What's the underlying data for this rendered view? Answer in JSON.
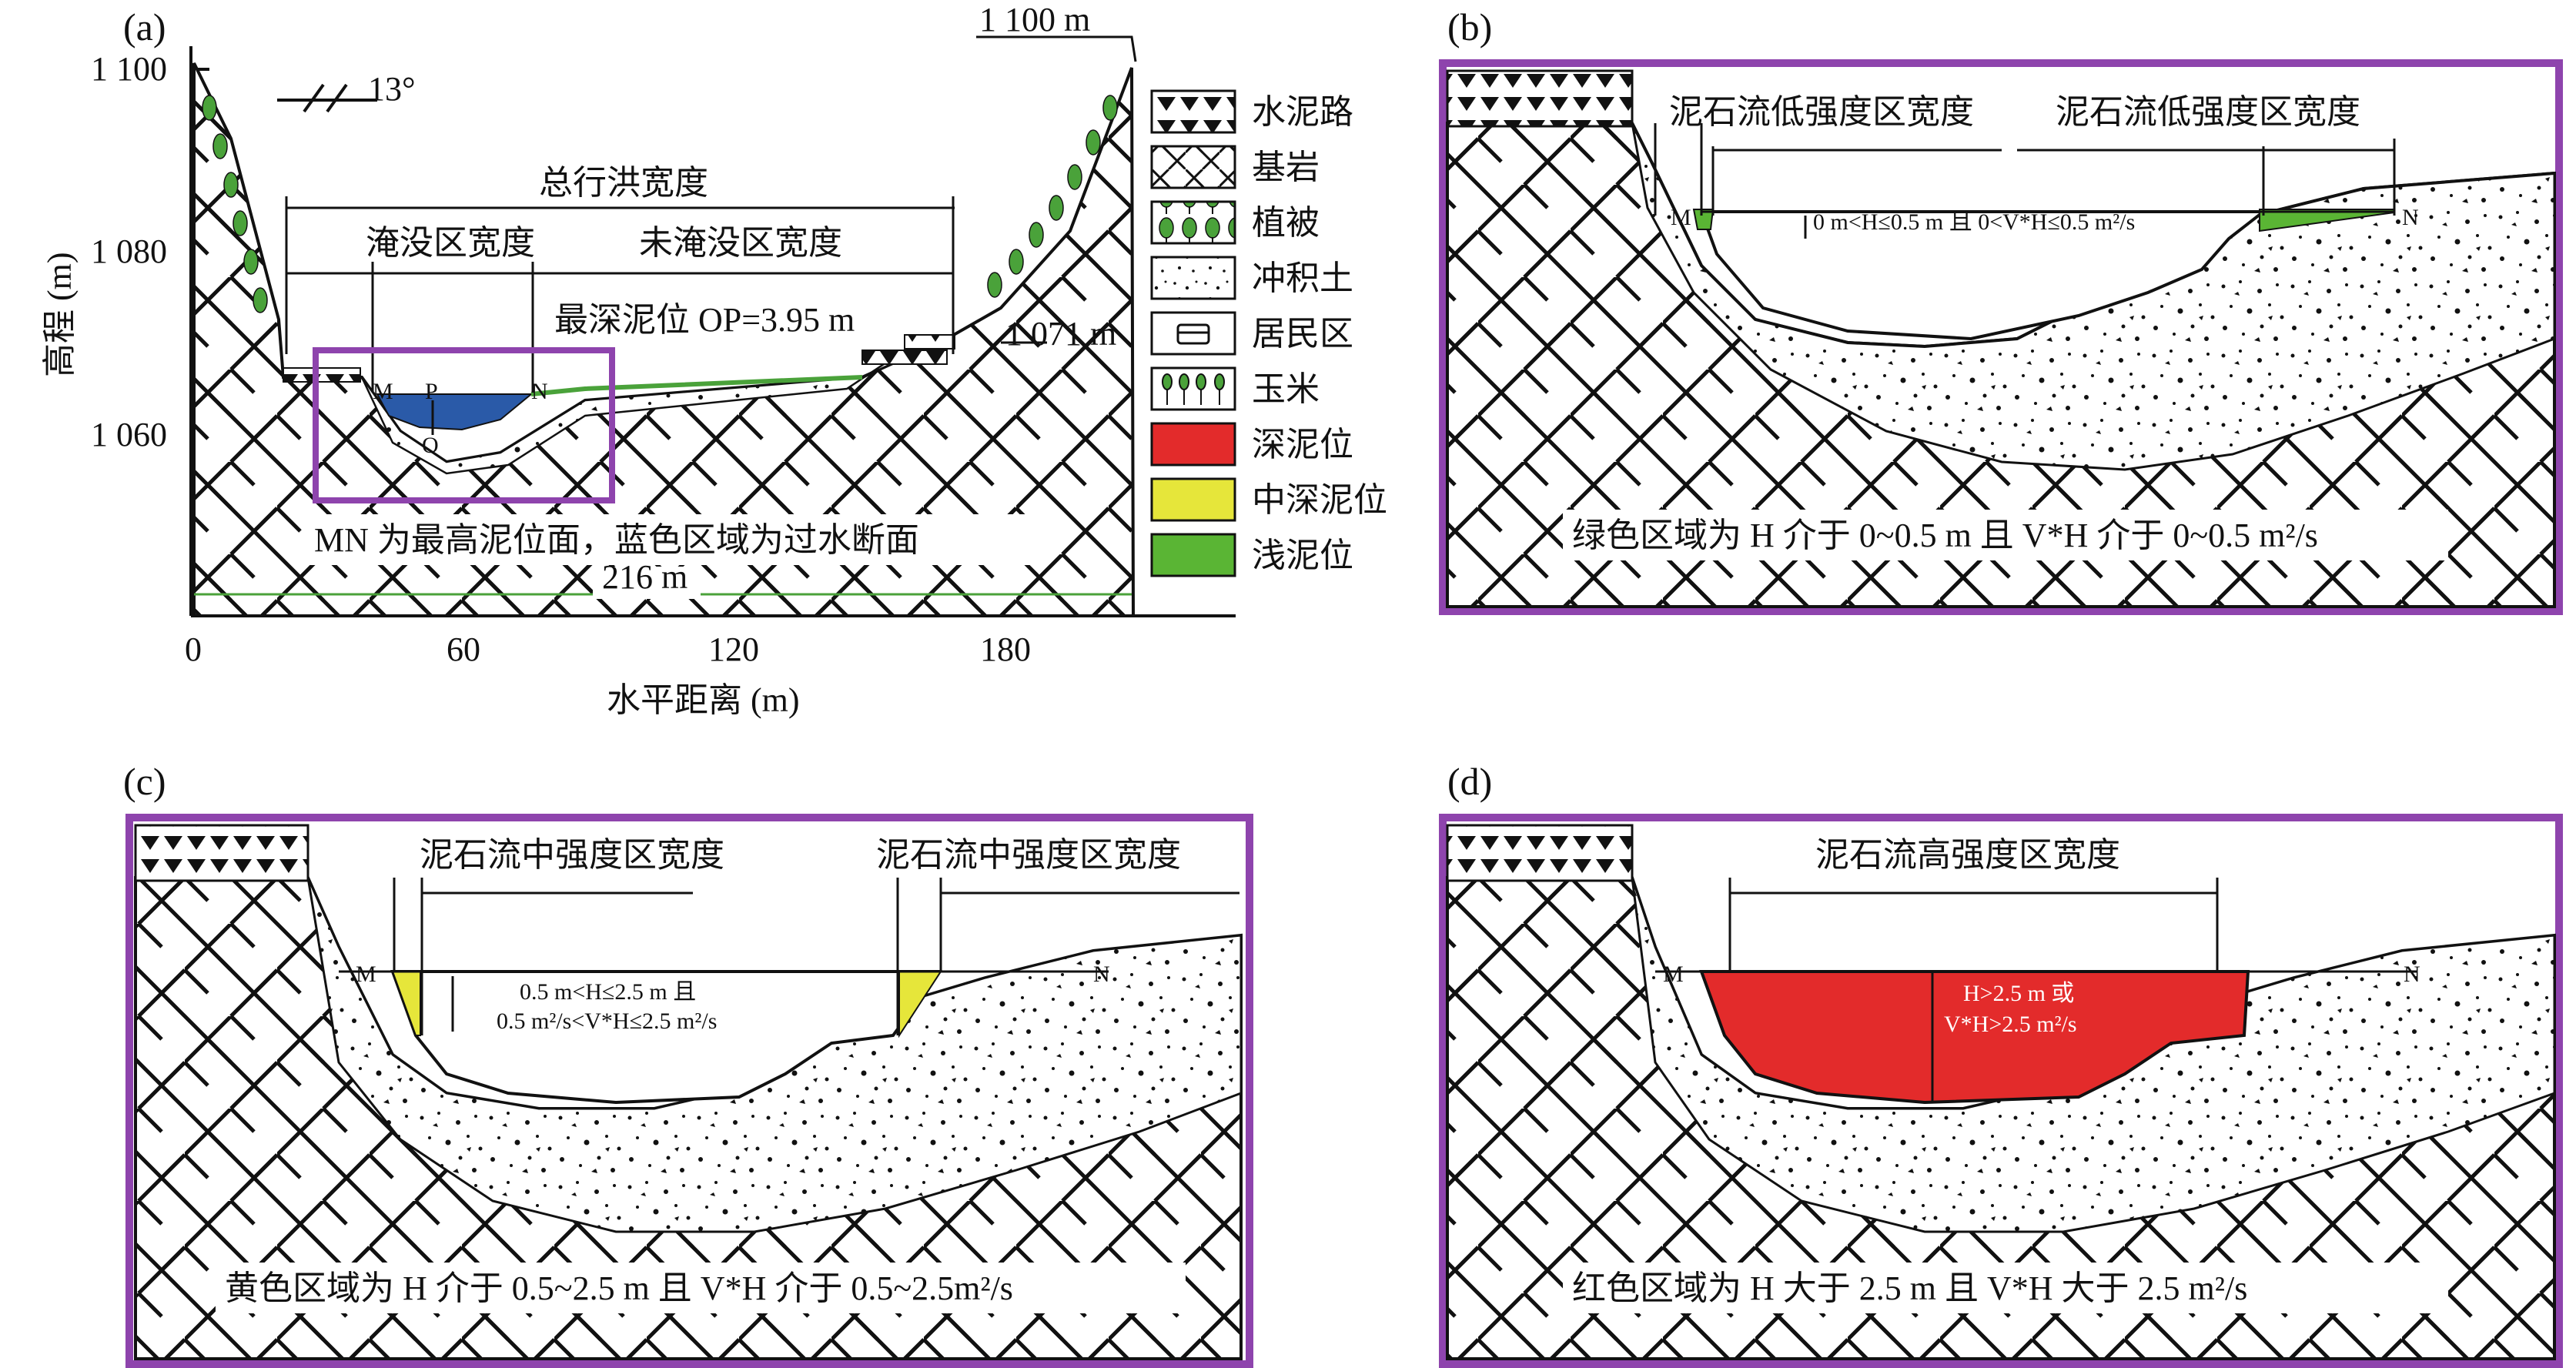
{
  "panels": {
    "a": {
      "label": "(a)",
      "y_axis_label": "高程 (m)",
      "x_axis_label": "水平距离 (m)",
      "y_ticks": [
        "1 100",
        "1 080",
        "1 060"
      ],
      "x_ticks": [
        "0",
        "60",
        "120",
        "180"
      ],
      "dip": "13°",
      "top_elev": "1 100 m",
      "side_elev": "1 071 m",
      "total_width": "总行洪宽度",
      "flooded_width": "淹没区宽度",
      "unflooded_width": "未淹没区宽度",
      "deepest": "最深泥位 OP=3.95 m",
      "pt_m": "M",
      "pt_p": "P",
      "pt_n": "N",
      "pt_o": "O",
      "caption": "MN 为最高泥位面，蓝色区域为过水断面",
      "bottom_width": "216 m"
    },
    "b": {
      "label": "(b)",
      "left_width": "泥石流低强度区宽度",
      "right_width": "泥石流低强度区宽度",
      "criterion": "0 m<H≤0.5 m 且 0<V*H≤0.5 m²/s",
      "pt_m": "M",
      "pt_n": "N",
      "caption": "绿色区域为 H 介于 0~0.5 m 且 V*H 介于 0~0.5 m²/s"
    },
    "c": {
      "label": "(c)",
      "left_width": "泥石流中强度区宽度",
      "right_width": "泥石流中强度区宽度",
      "criterion_1": "0.5 m<H≤2.5 m 且",
      "criterion_2": "0.5 m²/s<V*H≤2.5 m²/s",
      "pt_m": "M",
      "pt_n": "N",
      "caption": "黄色区域为 H 介于 0.5~2.5 m 且 V*H 介于 0.5~2.5m²/s"
    },
    "d": {
      "label": "(d)",
      "width": "泥石流高强度区宽度",
      "criterion_1": "H>2.5 m 或",
      "criterion_2": "V*H>2.5 m²/s",
      "pt_m": "M",
      "pt_n": "N",
      "caption": "红色区域为 H 大于 2.5 m 且 V*H 大于 2.5 m²/s"
    }
  },
  "legend": [
    {
      "label": "水泥路",
      "icon": "cement-road-icon"
    },
    {
      "label": "基岩",
      "icon": "bedrock-icon"
    },
    {
      "label": "植被",
      "icon": "vegetation-icon"
    },
    {
      "label": "冲积土",
      "icon": "alluvium-icon"
    },
    {
      "label": "居民区",
      "icon": "residential-icon"
    },
    {
      "label": "玉米",
      "icon": "corn-icon"
    },
    {
      "label": "深泥位",
      "icon": "deep-mud-swatch",
      "color": "#e32b2b"
    },
    {
      "label": "中深泥位",
      "icon": "medium-mud-swatch",
      "color": "#e6e63a"
    },
    {
      "label": "浅泥位",
      "icon": "shallow-mud-swatch",
      "color": "#5ab534"
    }
  ],
  "colors": {
    "frame": "#8e44ad",
    "water": "#2a5aa8",
    "deep": "#e32b2b",
    "medium": "#e6e63a",
    "shallow": "#5ab534"
  }
}
